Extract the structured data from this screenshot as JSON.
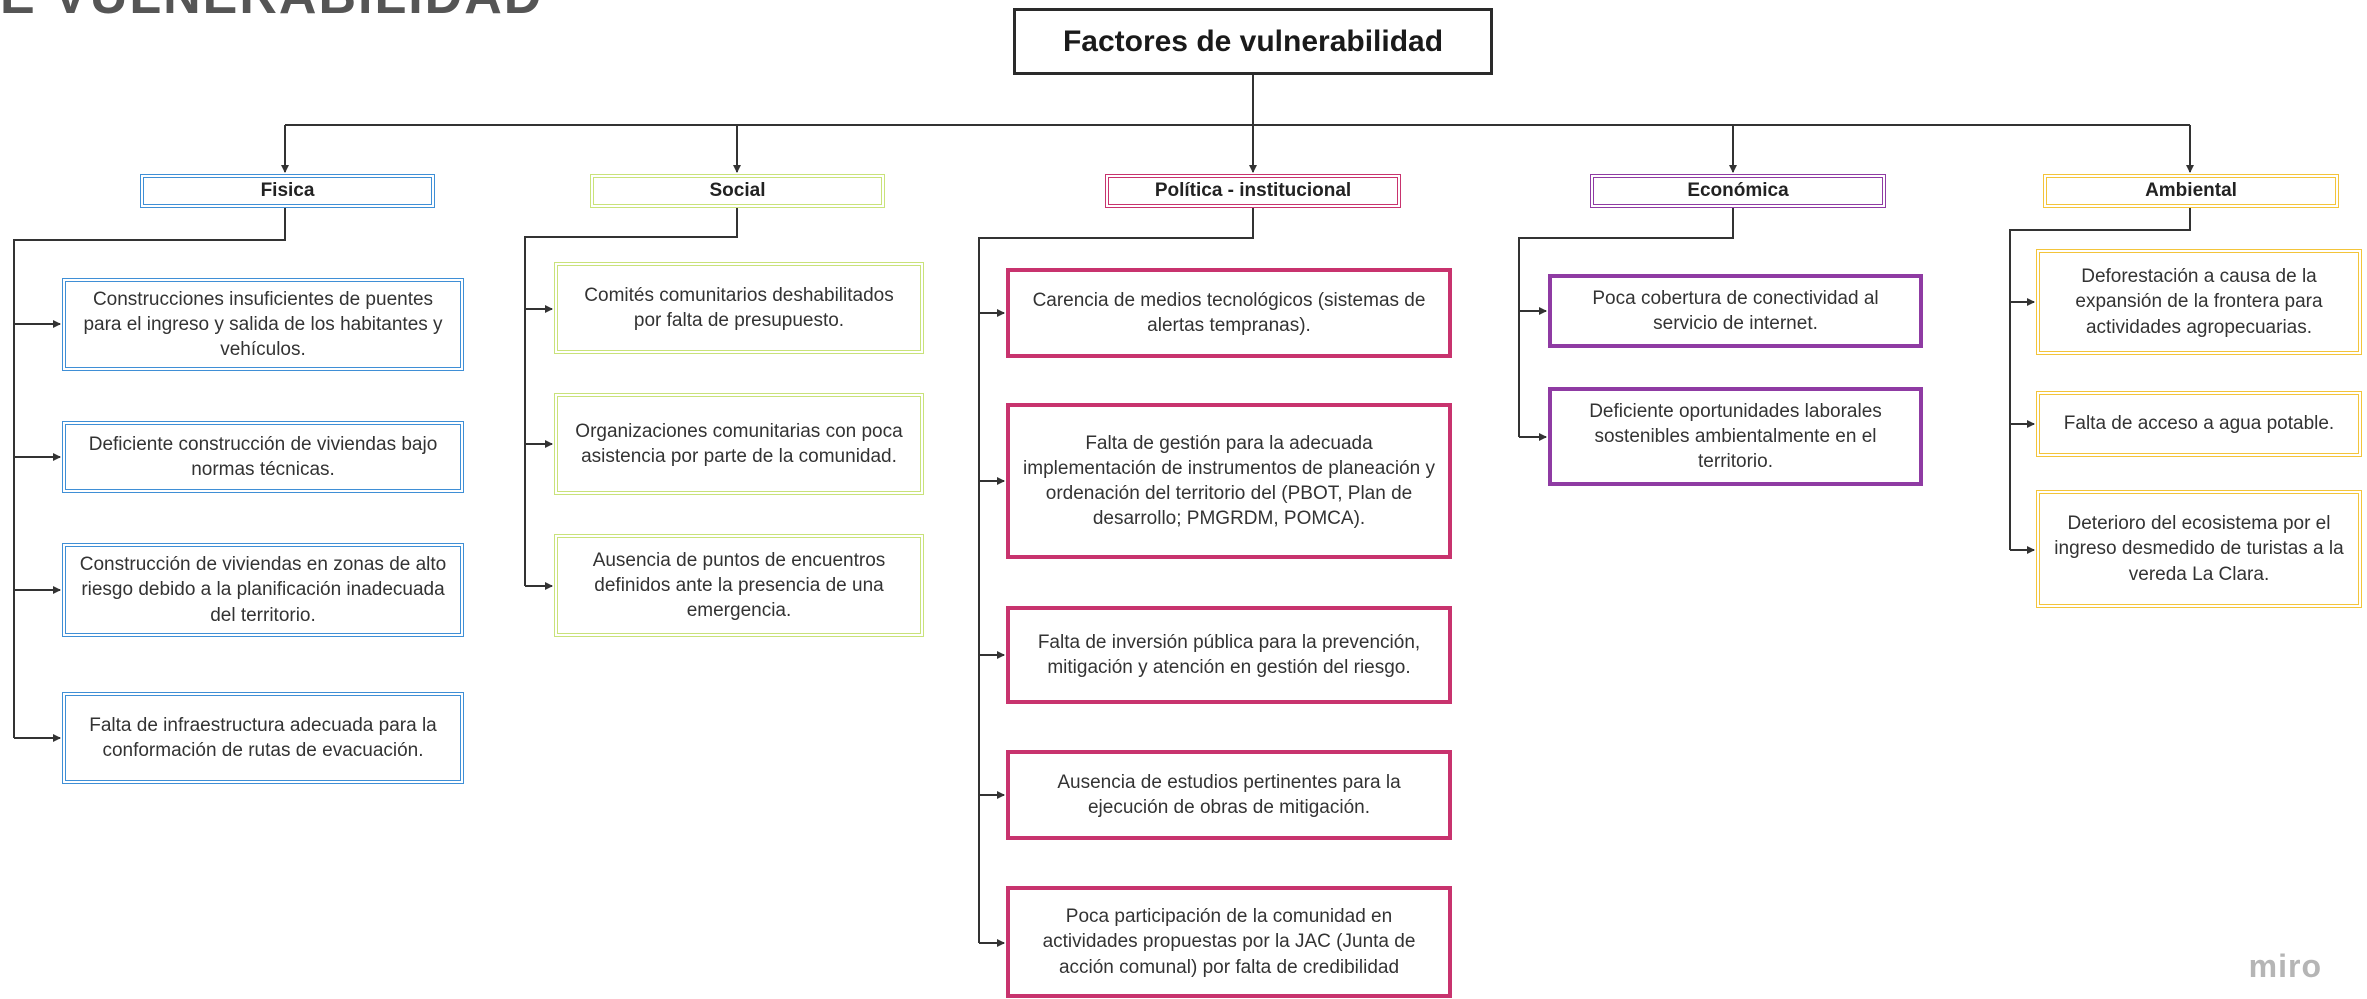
{
  "header_fragment": "E VULNERABILIDAD",
  "root": "Factores de vulnerabilidad",
  "categories": [
    {
      "label": "Fisica",
      "items": [
        "Construcciones insuficientes de puentes para el ingreso y salida de los habitantes y vehículos.",
        "Deficiente construcción de viviendas bajo normas técnicas.",
        "Construcción de viviendas en zonas de alto riesgo debido a la planificación inadecuada del territorio.",
        "Falta de infraestructura adecuada para la conformación de rutas de evacuación."
      ]
    },
    {
      "label": "Social",
      "items": [
        "Comités comunitarios deshabilitados por falta de presupuesto.",
        "Organizaciones comunitarias con poca asistencia por parte de la comunidad.",
        "Ausencia de puntos de encuentros definidos ante la presencia de una emergencia."
      ]
    },
    {
      "label": "Política - institucional",
      "items": [
        "Carencia   de medios tecnológicos (sistemas de alertas tempranas).",
        "Falta de gestión para la adecuada implementación de instrumentos de planeación y ordenación del territorio del (PBOT, Plan de desarrollo; PMGRDM, POMCA).",
        "Falta de inversión pública para la prevención, mitigación y atención en gestión del riesgo.",
        "Ausencia de estudios pertinentes para la ejecución de obras de mitigación.",
        "Poca participación de la comunidad en actividades propuestas por la JAC (Junta de acción comunal) por falta de credibilidad"
      ]
    },
    {
      "label": "Económica",
      "items": [
        "Poca cobertura de conectividad al servicio de internet.",
        "Deficiente oportunidades laborales sostenibles ambientalmente en el territorio."
      ]
    },
    {
      "label": "Ambiental",
      "items": [
        "Deforestación a causa de la expansión de la frontera para actividades agropecuarias.",
        "Falta de acceso a agua potable.",
        "Deterioro del ecosistema por el ingreso desmedido de turistas a la vereda La Clara."
      ]
    }
  ],
  "colors": {
    "fisica": "#3f8fd6",
    "social": "#c9e27a",
    "politica": "#c8336e",
    "economica": "#8f3ba3",
    "ambiental": "#f3c43a",
    "connector": "#333333"
  },
  "watermark": "miro"
}
